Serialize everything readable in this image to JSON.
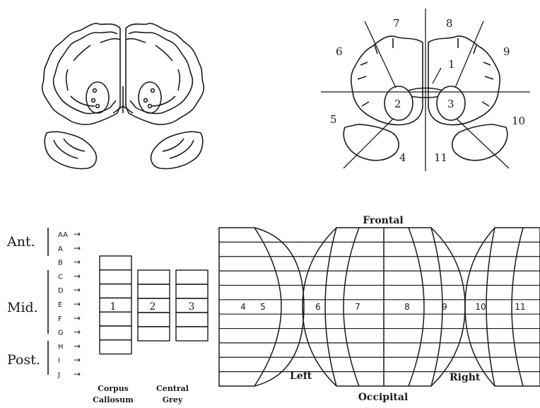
{
  "top_right_section_labels": [
    "1",
    "2",
    "3",
    "4",
    "5",
    "6",
    "7",
    "8",
    "9",
    "10",
    "11"
  ],
  "rows": {
    "row_letters": [
      "AA",
      "A",
      "B",
      "C",
      "D",
      "E",
      "F",
      "G",
      "H",
      "I",
      "J"
    ],
    "arrow_glyph": "→",
    "group_labels": {
      "ant": "Ant.",
      "mid": "Mid.",
      "post": "Post."
    }
  },
  "columns": {
    "corpus": {
      "number": "1",
      "caption_line1": "Corpus",
      "caption_line2": "Callosum"
    },
    "central_grey": {
      "number_a": "2",
      "number_b": "3",
      "caption_line1": "Central",
      "caption_line2": "Grey"
    }
  },
  "map": {
    "segment_numbers": [
      "4",
      "5",
      "6",
      "7",
      "8",
      "9",
      "10",
      "11"
    ],
    "frontal": "Frontal",
    "occipital": "Occipital",
    "left": "Left",
    "right": "Right"
  }
}
